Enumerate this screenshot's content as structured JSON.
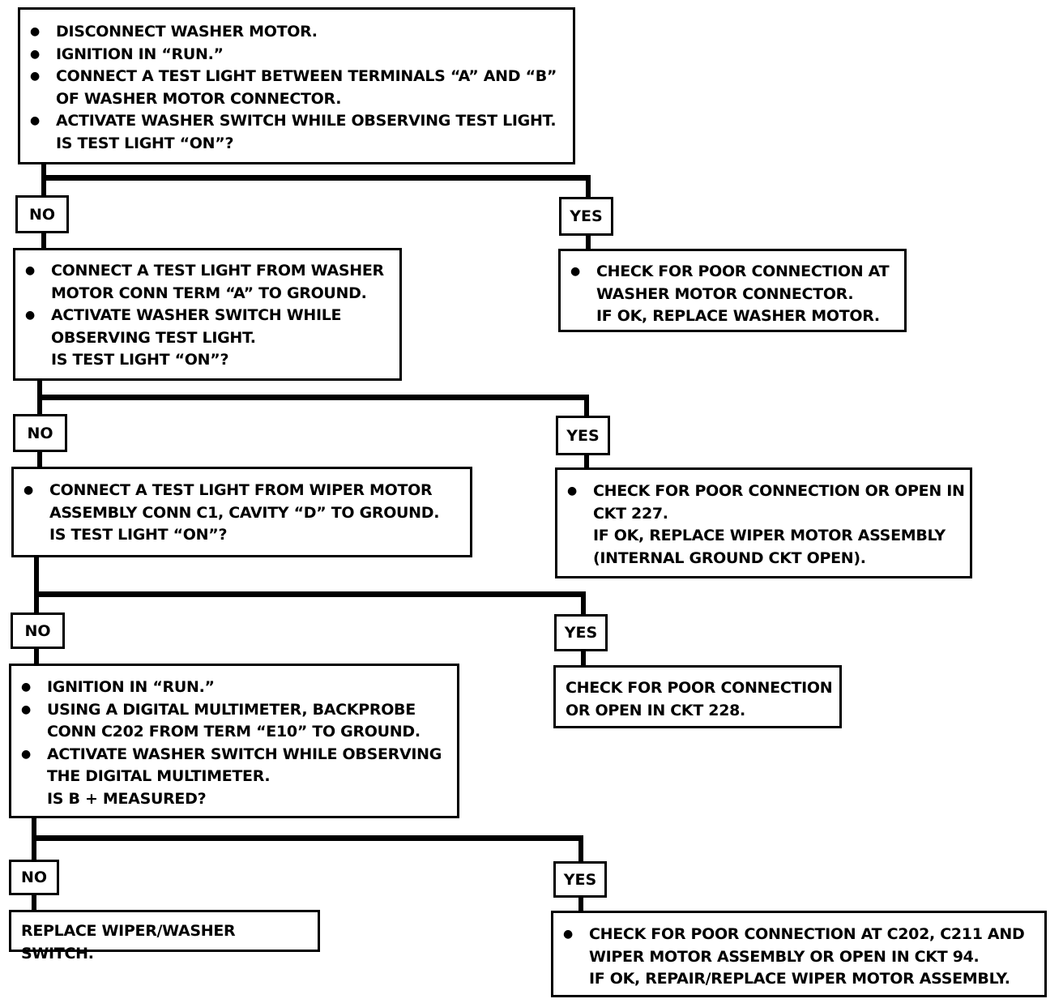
{
  "steps": [
    {
      "bullets": [
        "DISCONNECT WASHER MOTOR.",
        "IGNITION IN “RUN.”",
        "CONNECT A TEST LIGHT BETWEEN TERMINALS “A” AND “B”\nOF WASHER MOTOR CONNECTOR.",
        "ACTIVATE WASHER SWITCH WHILE OBSERVING TEST LIGHT.\nIS TEST LIGHT “ON”?"
      ],
      "no_label": "NO",
      "yes_label": "YES",
      "yes_result": [
        "CHECK FOR POOR CONNECTION AT\nWASHER MOTOR CONNECTOR.\nIF OK, REPLACE WASHER MOTOR."
      ]
    },
    {
      "bullets": [
        "CONNECT A TEST LIGHT FROM WASHER\nMOTOR CONN TERM “A” TO GROUND.",
        "ACTIVATE WASHER SWITCH WHILE\nOBSERVING TEST LIGHT.\nIS TEST LIGHT “ON”?"
      ],
      "no_label": "NO",
      "yes_label": "YES",
      "yes_result": [
        "CHECK FOR POOR CONNECTION OR OPEN IN\nCKT 227.\nIF OK, REPLACE WIPER MOTOR ASSEMBLY\n(INTERNAL GROUND CKT OPEN)."
      ]
    },
    {
      "bullets": [
        "CONNECT A TEST LIGHT FROM WIPER MOTOR\nASSEMBLY CONN C1, CAVITY “D” TO GROUND.\nIS TEST LIGHT “ON”?"
      ],
      "no_label": "NO",
      "yes_label": "YES",
      "yes_result_plain": "CHECK FOR POOR CONNECTION\nOR OPEN IN CKT 228."
    },
    {
      "bullets": [
        "IGNITION IN “RUN.”",
        "USING A DIGITAL MULTIMETER, BACKPROBE\nCONN C202 FROM TERM “E10” TO GROUND.",
        "ACTIVATE WASHER SWITCH WHILE OBSERVING\nTHE DIGITAL MULTIMETER.\nIS B + MEASURED?"
      ],
      "no_label": "NO",
      "yes_label": "YES",
      "no_result_plain": "REPLACE WIPER/WASHER SWITCH.",
      "yes_result": [
        "CHECK FOR POOR CONNECTION AT C202, C211 AND\nWIPER MOTOR ASSEMBLY OR OPEN IN CKT 94.\nIF OK, REPAIR/REPLACE WIPER MOTOR ASSEMBLY."
      ]
    }
  ]
}
